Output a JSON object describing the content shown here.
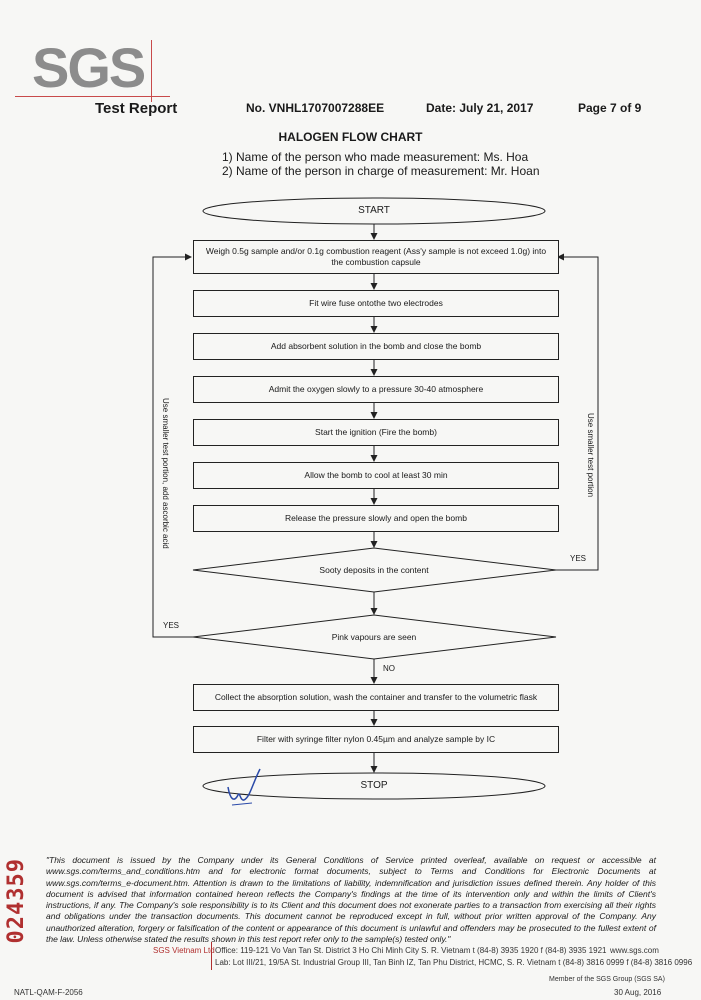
{
  "header": {
    "logo": "SGS",
    "report_title": "Test Report",
    "report_no": "No. VNHL1707007288EE",
    "date": "Date: July 21, 2017",
    "page": "Page 7 of 9"
  },
  "chart": {
    "title": "HALOGEN FLOW CHART",
    "person1": "1)   Name of the person who made measurement: Ms. Hoa",
    "person2": "2)   Name of the person in charge of measurement: Mr. Hoan",
    "start": "START",
    "step1_line1": "Weigh 0.5g sample and/or 0.1g combustion reagent (Ass'y sample is not exceed 1.0g) into",
    "step1_line2": "the combustion capsule",
    "step2": "Fit wire fuse ontothe two electrodes",
    "step3": "Add absorbent solution in the bomb and close the bomb",
    "step4": "Admit the oxygen slowly to a pressure 30-40 atmosphere",
    "step5": "Start the ignition (Fire the bomb)",
    "step6": "Allow the bomb to cool at least 30 min",
    "step7": "Release the pressure slowly and open the bomb",
    "decision1": "Sooty deposits in the content",
    "decision2": "Pink vapours are seen",
    "yes_right": "YES",
    "yes_left": "YES",
    "no": "NO",
    "left_loop": "Use smaller test portion, add ascorbic acid",
    "right_loop": "Use smaller test portion",
    "step8": "Collect the absorption solution, wash the container and transfer to the volumetric flask",
    "step9": "Filter with syringe filter nylon 0.45µm and analyze sample by IC",
    "stop": "STOP"
  },
  "footer": {
    "disclaimer": "\"This document is issued by the Company under its General Conditions of Service printed overleaf, available on request or accessible at www.sgs.com/terms_and_conditions.htm and for electronic format documents, subject to Terms and Conditions for Electronic Documents at www.sgs.com/terms_e-document.htm. Attention is drawn to the limitations of liability, indemnification and jurisdiction issues defined therein. Any holder of this document is advised that information contained hereon reflects the Company's findings at the time of its intervention only and within the limits of Client's instructions, if any. The Company's sole responsibility is to its Client and this document does not exonerate parties to a transaction from exercising all their rights and obligations under the transaction documents. This document cannot be reproduced except in full, without prior written approval of the Company. Any unauthorized alteration, forgery or falsification of the content or appearance of this document is unlawful and offenders may be prosecuted to the fullest extent of the law. Unless otherwise stated the results shown in this test report refer only to the sample(s) tested only.\"",
    "doc_number": "024359",
    "company": "SGS Vietnam Ltd",
    "office": "Office: 119-121 Vo Van Tan St. District 3 Ho Chi Minh City S. R. Vietnam  t (84-8) 3935 1920  f (84-8) 3935 1921",
    "website": "www.sgs.com",
    "lab": "Lab: Lot III/21, 19/5A St. Industrial Group III, Tan Binh IZ, Tan Phu District, HCMC, S. R. Vietnam  t (84-8) 3816 0999  f (84-8) 3816 0996",
    "member": "Member of the SGS Group (SGS SA)",
    "form_code": "NATL-QAM-F-2056",
    "form_date": "30 Aug, 2016"
  }
}
